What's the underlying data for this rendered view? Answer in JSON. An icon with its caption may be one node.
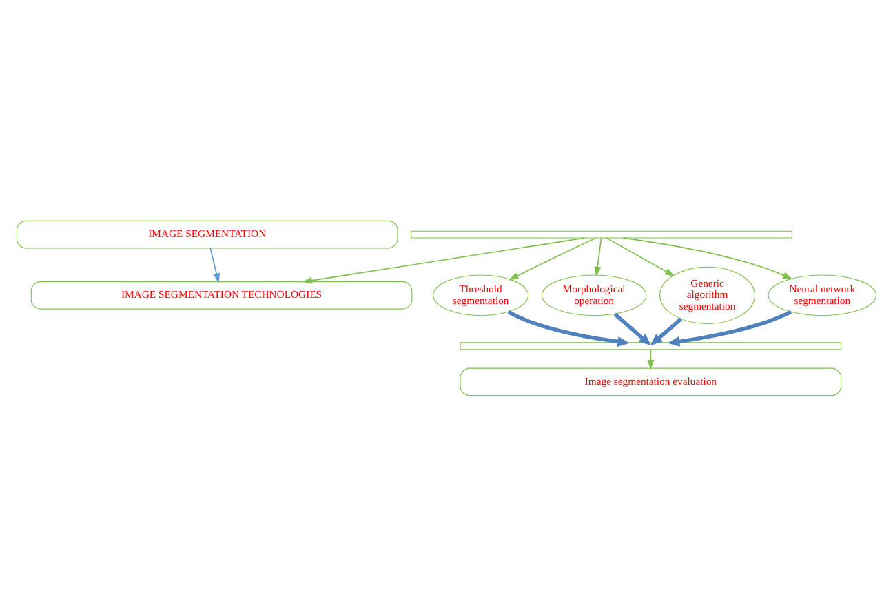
{
  "diagram": {
    "nodes": [
      {
        "text": [
          "IMAGE SEGMENTATION"
        ]
      },
      {
        "text": [
          "IMAGE SEGMENTATION TECHNOLOGIES"
        ]
      },
      {
        "text": [],
        "shape": "bar"
      },
      {
        "text": [
          "Threshold segmentation"
        ]
      },
      {
        "text": [
          "Morphological operation"
        ]
      },
      {
        "text": [
          "Generic algorithm segmentation"
        ]
      },
      {
        "text": [
          "Neural network segmentation"
        ]
      },
      {
        "text": [],
        "shape": "bar"
      },
      {
        "text": [
          "Image segmentation evaluation"
        ]
      }
    ],
    "edges": [
      {
        "from": 0,
        "to": 1,
        "arrow": "to",
        "color": "#5b9bd5"
      },
      {
        "from": 2,
        "to": 1,
        "arrow": "to"
      },
      {
        "from": 2,
        "to": 3,
        "arrow": "to"
      },
      {
        "from": 2,
        "to": 4,
        "arrow": "to"
      },
      {
        "from": 2,
        "to": 5,
        "arrow": "to"
      },
      {
        "from": 2,
        "to": 6,
        "arrow": "to"
      },
      {
        "from": 3,
        "to": 7,
        "arrow": "to",
        "style": "thick",
        "color": "#4f81bd"
      },
      {
        "from": 4,
        "to": 7,
        "arrow": "to",
        "style": "thick",
        "color": "#4f81bd"
      },
      {
        "from": 5,
        "to": 7,
        "arrow": "to",
        "style": "thick",
        "color": "#4f81bd"
      },
      {
        "from": 6,
        "to": 7,
        "arrow": "to",
        "style": "thick",
        "color": "#4f81bd"
      },
      {
        "from": 7,
        "to": 8,
        "arrow": "to"
      }
    ]
  }
}
